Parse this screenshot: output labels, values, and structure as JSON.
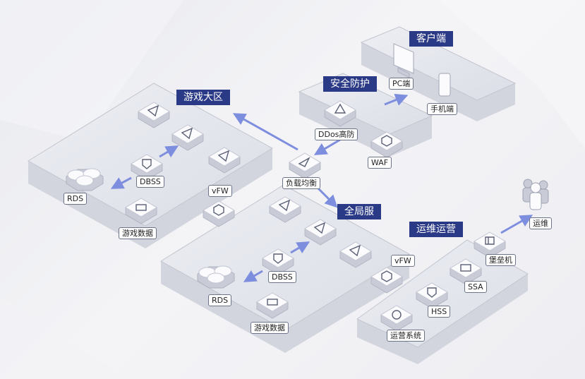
{
  "colors": {
    "tag_bg": "#2b3a86",
    "arrow": "#7e8ede",
    "zone_fill": "#e2e3ea",
    "node_top": "#ffffff",
    "node_side": "#c9cbd6"
  },
  "zones": {
    "game_region": "游戏大区",
    "global": "全局服",
    "security": "安全防护",
    "client": "客户端",
    "ops": "运维运营"
  },
  "nodes": {
    "dbss_1": "DBSS",
    "rds_1": "RDS",
    "gamedata_1": "游戏数据",
    "vfw_1": "vFW",
    "lb": "负载均衡",
    "ddos": "DDos高防",
    "waf": "WAF",
    "pc": "PC端",
    "mobile": "手机端",
    "dbss_2": "DBSS",
    "rds_2": "RDS",
    "gamedata_2": "游戏数据",
    "vfw_2": "vFW",
    "bastion": "堡垒机",
    "ssa": "SSA",
    "hss": "HSS",
    "ops_system": "运营系统",
    "ops_user": "运维"
  },
  "icons": [
    "cloud-arrow-icon",
    "shield-icon",
    "database-icon",
    "firewall-icon",
    "load-balancer-icon",
    "ddos-icon",
    "waf-icon",
    "monitor-icon",
    "phone-icon",
    "bastion-icon",
    "ssa-icon",
    "hss-icon",
    "globe-icon",
    "people-icon"
  ]
}
